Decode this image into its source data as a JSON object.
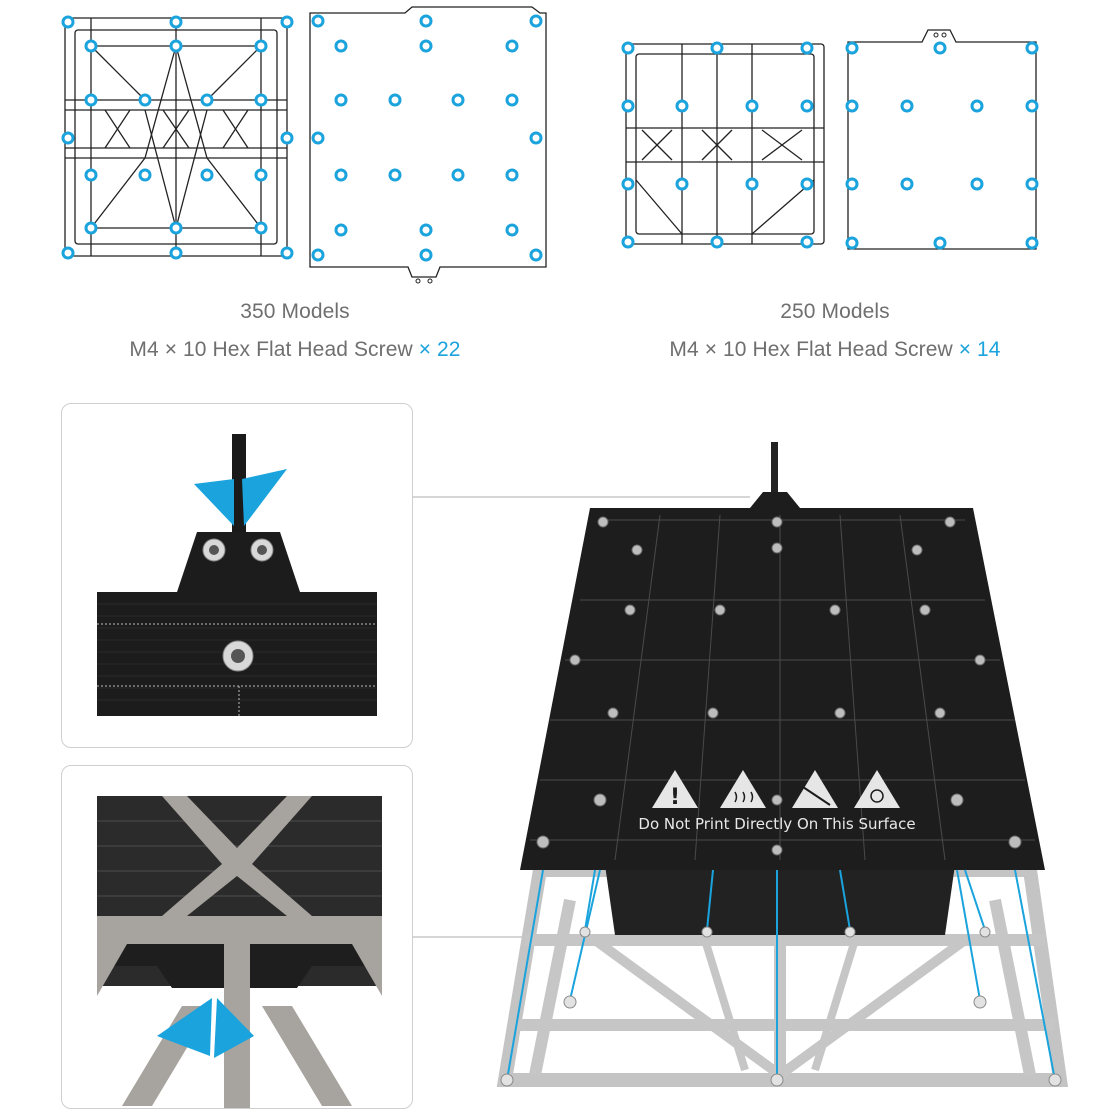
{
  "colors": {
    "accent": "#1aa3dd",
    "plate_black": "#1b1b1b",
    "frame_gray": "#c9c9c9",
    "caption_gray": "#6f6f6f"
  },
  "model_350": {
    "name": "350 Models",
    "screw_text": "M4 × 10 Hex Flat Head Screw ",
    "screw_count": "× 22"
  },
  "model_250": {
    "name": "250 Models",
    "screw_text": "M4 × 10 Hex Flat Head Screw ",
    "screw_count": "× 14"
  },
  "plate": {
    "warning_text": "Do Not Print Directly On This Surface",
    "warning_icons": [
      "caution-icon",
      "hot-surface-icon",
      "no-touch-icon",
      "hand-burn-icon"
    ]
  }
}
